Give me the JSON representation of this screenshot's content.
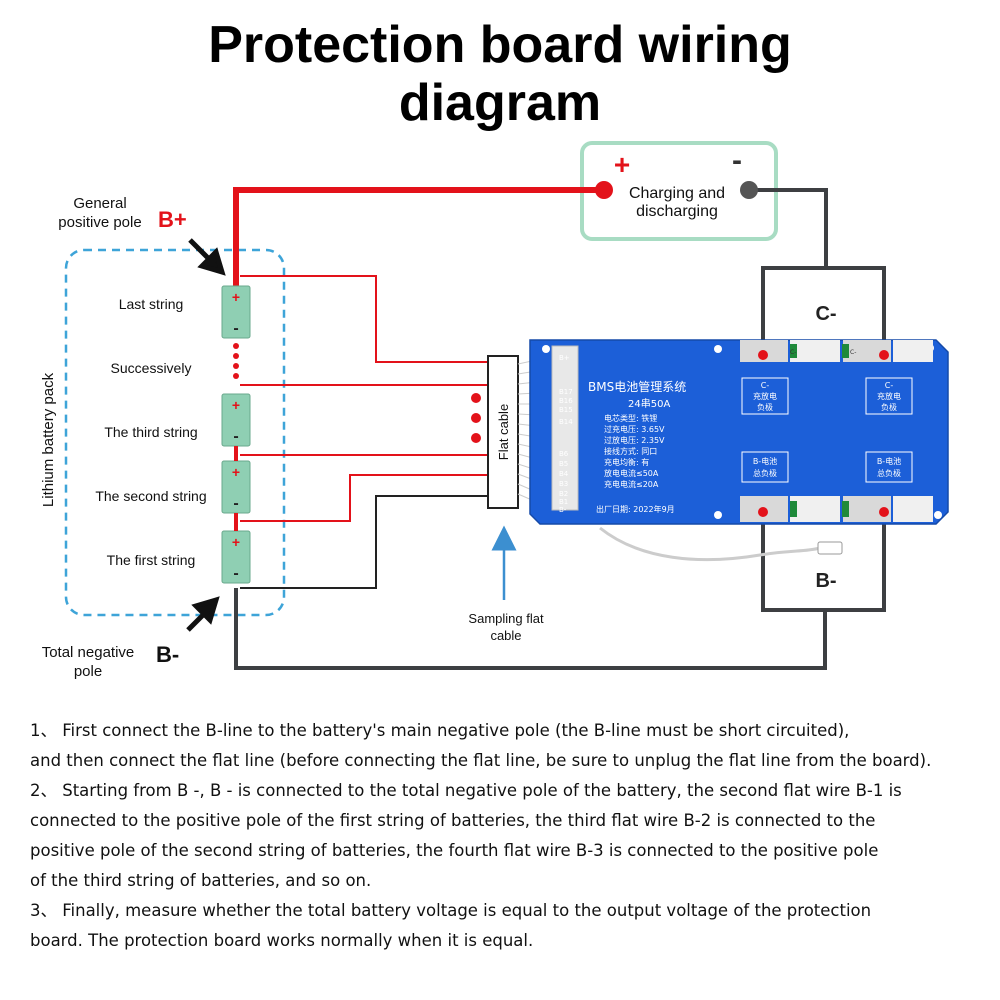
{
  "title": {
    "line1": "Protection board wiring",
    "line2": "diagram"
  },
  "labels": {
    "general_positive_pole": [
      "General",
      "positive pole"
    ],
    "b_plus": "B+",
    "total_negative_pole": [
      "Total negative",
      "pole"
    ],
    "b_minus": "B-",
    "battery_pack": "Lithium battery pack",
    "strings": [
      "Last string",
      "Successively",
      "The third string",
      "The second string",
      "The first string"
    ],
    "charging_box": [
      "Charging and",
      "discharging"
    ],
    "plus_sign": "+",
    "minus_sign": "-",
    "c_minus": "C-",
    "b_minus_board": "B-",
    "flat_cable": "Flat cable",
    "sampling_flat_cable": [
      "Sampling flat",
      "cable"
    ]
  },
  "board": {
    "title": "BMS电池管理系统",
    "model": "24串50A",
    "specs": [
      "电芯类型: 铁锂",
      "过充电压: 3.65V",
      "过放电压: 2.35V",
      "接线方式: 同口",
      "充电均衡: 有",
      "放电电流≤50A",
      "充电电流≤20A"
    ],
    "date": "出厂日期: 2022年9月",
    "pins_top": [
      "B+",
      "B17",
      "B16",
      "B15"
    ],
    "pins_bottom": [
      "B14",
      "B6",
      "B5",
      "B4",
      "B3",
      "B2",
      "B1",
      "B-"
    ],
    "c_label_left": [
      "C-",
      "充放电",
      "负极"
    ],
    "c_label_right": [
      "C-",
      "充放电",
      "负极"
    ],
    "b_label_left": [
      "B-电池",
      "总负极"
    ],
    "b_label_right": [
      "B-电池",
      "总负极"
    ],
    "pad_tag": "C-"
  },
  "colors": {
    "positive_wire": "#e3121a",
    "negative_wire": "#3d3f42",
    "board_blue": "#1c5fd8",
    "dashed_box": "#3ea4d8",
    "cell_green": "#8fcfb3",
    "arrow_blue": "#3c8fd0",
    "charging_box_border": "#a8dcc3"
  },
  "instructions": [
    "1、 First connect the B-line to the battery's main negative pole (the B-line must be short circuited),",
    "and then connect the flat line (before connecting the flat line, be sure to unplug the flat line from the board).",
    "2、 Starting from B -, B - is connected to the total negative pole of the battery, the second flat wire B-1 is",
    "connected to the positive pole of the first string of batteries, the third flat wire B-2 is connected to the",
    "positive pole of the second string of batteries, the fourth flat wire B-3 is connected to the positive pole",
    "of the third string of batteries, and so on.",
    "3、 Finally, measure whether the total battery voltage is equal to the output voltage of the protection",
    "board. The protection board works normally when it is equal."
  ]
}
